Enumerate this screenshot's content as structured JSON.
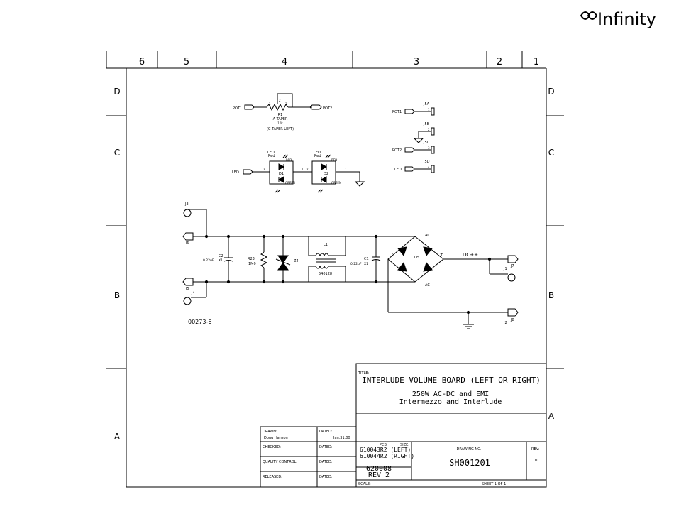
{
  "brand": {
    "name": "Infinity"
  },
  "grid": {
    "columns": [
      "6",
      "5",
      "4",
      "3",
      "2",
      "1"
    ],
    "rows": [
      "D",
      "C",
      "B",
      "A"
    ]
  },
  "schematic": {
    "pot": {
      "ref": "R1",
      "taper": "A TAPER",
      "value": "10k",
      "note": "(C TAPER LEFT)",
      "pin1": "1",
      "pin2": "2",
      "pin3": "3",
      "in": "POT1",
      "out": "POT2"
    },
    "led_left": {
      "ref": "D1",
      "label": "LED",
      "color_label": "Red",
      "red": "RED",
      "green": "GREEN",
      "pin_a": "2",
      "pin_b": "1",
      "net": "LED"
    },
    "led_right": {
      "ref": "D2",
      "label": "LED",
      "color_label": "Red",
      "red": "RED",
      "green": "GREEN",
      "pin_a": "2",
      "pin_b": "1"
    },
    "connectors": [
      {
        "net": "POT1",
        "ref": "J5A",
        "pin": "1"
      },
      {
        "net": "",
        "ref": "J5B",
        "pin": "2"
      },
      {
        "net": "POT2",
        "ref": "J5C",
        "pin": "3"
      },
      {
        "net": "LED",
        "ref": "J5D",
        "pin": "4"
      }
    ],
    "jacks": {
      "j3": "J3",
      "j6": "J6",
      "j5": "J5",
      "j4": "J4",
      "j7": "J7",
      "j1": "J1",
      "j8": "J8",
      "j2": "J2",
      "pin": "1"
    },
    "c2": {
      "ref": "C2",
      "value": "0.22uF",
      "type": "X1"
    },
    "r23": {
      "ref": "R23",
      "value": "1M0"
    },
    "z4": {
      "ref": "Z4"
    },
    "l1": {
      "ref": "L1",
      "part": "540128"
    },
    "c1": {
      "ref": "C1",
      "value": "0.22uF",
      "type": "X1"
    },
    "d5": {
      "ref": "D5",
      "ac_top": "AC",
      "ac_bottom": "AC",
      "minus": "-",
      "plus": "+"
    },
    "dc_net": "DC++",
    "part_number": "00273-6"
  },
  "title_block": {
    "title_label": "TITLE:",
    "title_line1": "INTERLUDE VOLUME BOARD (LEFT OR RIGHT)",
    "title_line2": "250W AC-DC and EMI",
    "title_line3": "Intermezzo and Interlude",
    "drawn_label": "DRAWN:",
    "drawn_value": "Doug Hanson",
    "dated_label": "DATED:",
    "dated_value": "Jan.31.00",
    "checked_label": "CHECKED:",
    "qc_label": "QUALITY CONTROL:",
    "released_label": "RELEASED:",
    "pcb_label": "PCB",
    "size_label": "SIZE:",
    "pcb_line1": "610043R2 (LEFT)",
    "pcb_line2": "610044R2 (RIGHT)",
    "assy_line1": "620008",
    "assy_line2": "REV 2",
    "drawing_no_label": "DRAWING NO.",
    "drawing_no": "SH001201",
    "rev_label": "REV:",
    "rev_value": "01",
    "scale_label": "SCALE:",
    "sheet": "SHEET 1 OF 1"
  }
}
